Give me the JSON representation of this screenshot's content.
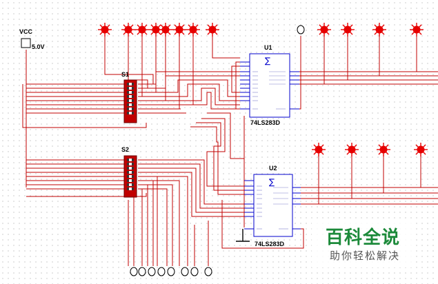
{
  "power": {
    "label": "VCC",
    "voltage": "5.0V"
  },
  "switches": [
    {
      "label": "S1"
    },
    {
      "label": "S2"
    }
  ],
  "chips": [
    {
      "ref": "U1",
      "part": "74LS283D",
      "symbol": "∑"
    },
    {
      "ref": "U2",
      "part": "74LS283D",
      "symbol": "∑"
    }
  ],
  "watermark": {
    "main": "百科全说",
    "sub": "助你轻松解决"
  },
  "colors": {
    "wire": "#c00000",
    "probe": "#e60000",
    "chip": "#0000cc",
    "switch": "#c00000"
  }
}
